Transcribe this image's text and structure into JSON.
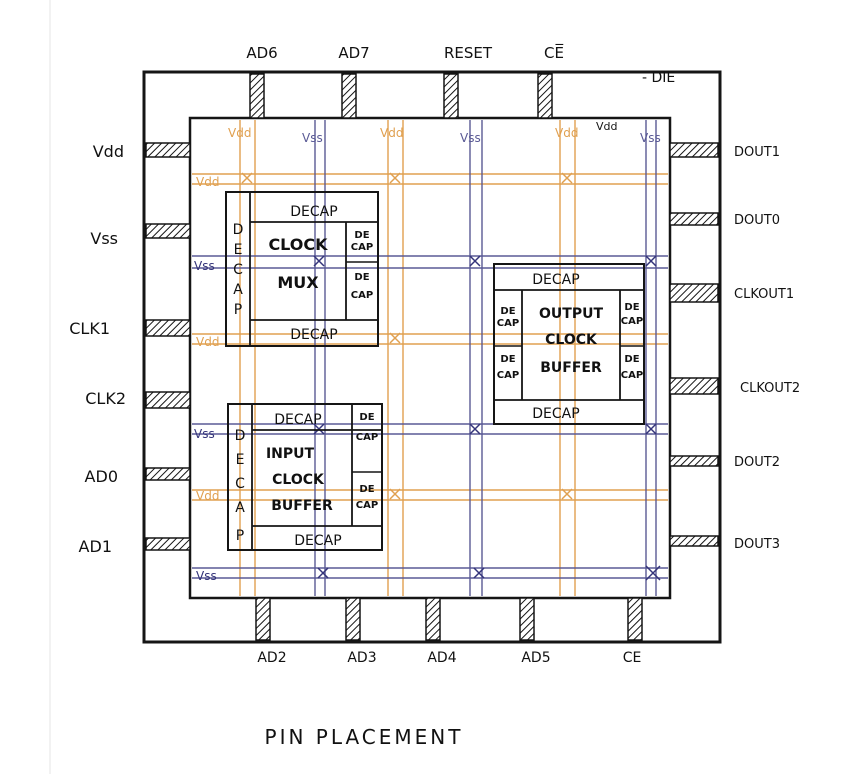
{
  "colors": {
    "ink": "#151515",
    "vdd_rail": "#e0a050",
    "vss_rail": "#5a5a95",
    "background": "#ffffff"
  },
  "die_label": "- DIE",
  "caption": "PIN PLACEMENT",
  "pins": {
    "top": [
      "AD6",
      "AD7",
      "RESET",
      "CE̅"
    ],
    "left": [
      "Vdd",
      "Vss",
      "CLK1",
      "CLK2",
      "AD0",
      "AD1"
    ],
    "right": [
      "DOUT1",
      "DOUT0",
      "CLKOUT1",
      "CLKOUT2",
      "DOUT2",
      "DOUT3"
    ],
    "bottom": [
      "AD2",
      "AD3",
      "AD4",
      "AD5",
      "CE"
    ]
  },
  "rail_labels": {
    "vdd_top": [
      "Vdd",
      "Vdd",
      "Vdd",
      "Vdd"
    ],
    "vss_top": [
      "Vss",
      "Vss",
      "Vss"
    ],
    "vdd_left": [
      "Vdd",
      "Vdd",
      "Vdd"
    ],
    "vss_left": [
      "Vss",
      "Vss",
      "Vss"
    ]
  },
  "blocks": [
    {
      "id": "clock-mux",
      "title_lines": [
        "CLOCK",
        "MUX"
      ],
      "decap_top": "DECAP",
      "decap_bottom": "DECAP",
      "decap_left": [
        "D",
        "E",
        "C",
        "A",
        "P"
      ],
      "decap_right": [
        [
          "DE",
          "CAP"
        ],
        [
          "DE",
          "CAP"
        ]
      ]
    },
    {
      "id": "output-clock-buffer",
      "title_lines": [
        "OUTPUT",
        "CLOCK",
        "BUFFER"
      ],
      "decap_top": "DECAP",
      "decap_bottom": "DECAP",
      "decap_left": [
        [
          "DE",
          "CAP"
        ],
        [
          "DE",
          "CAP"
        ]
      ],
      "decap_right": [
        [
          "DE",
          "CAP"
        ],
        [
          "DE",
          "CAP"
        ]
      ]
    },
    {
      "id": "input-clock-buffer",
      "title_lines": [
        "INPUT",
        "CLOCK",
        "BUFFER"
      ],
      "decap_top": "DECAP",
      "decap_bottom": "DECAP",
      "decap_left": [
        "D",
        "E",
        "C",
        "A",
        "P"
      ],
      "decap_right": [
        [
          "DE",
          "CAP"
        ],
        [
          "DE",
          "CAP"
        ]
      ]
    }
  ]
}
